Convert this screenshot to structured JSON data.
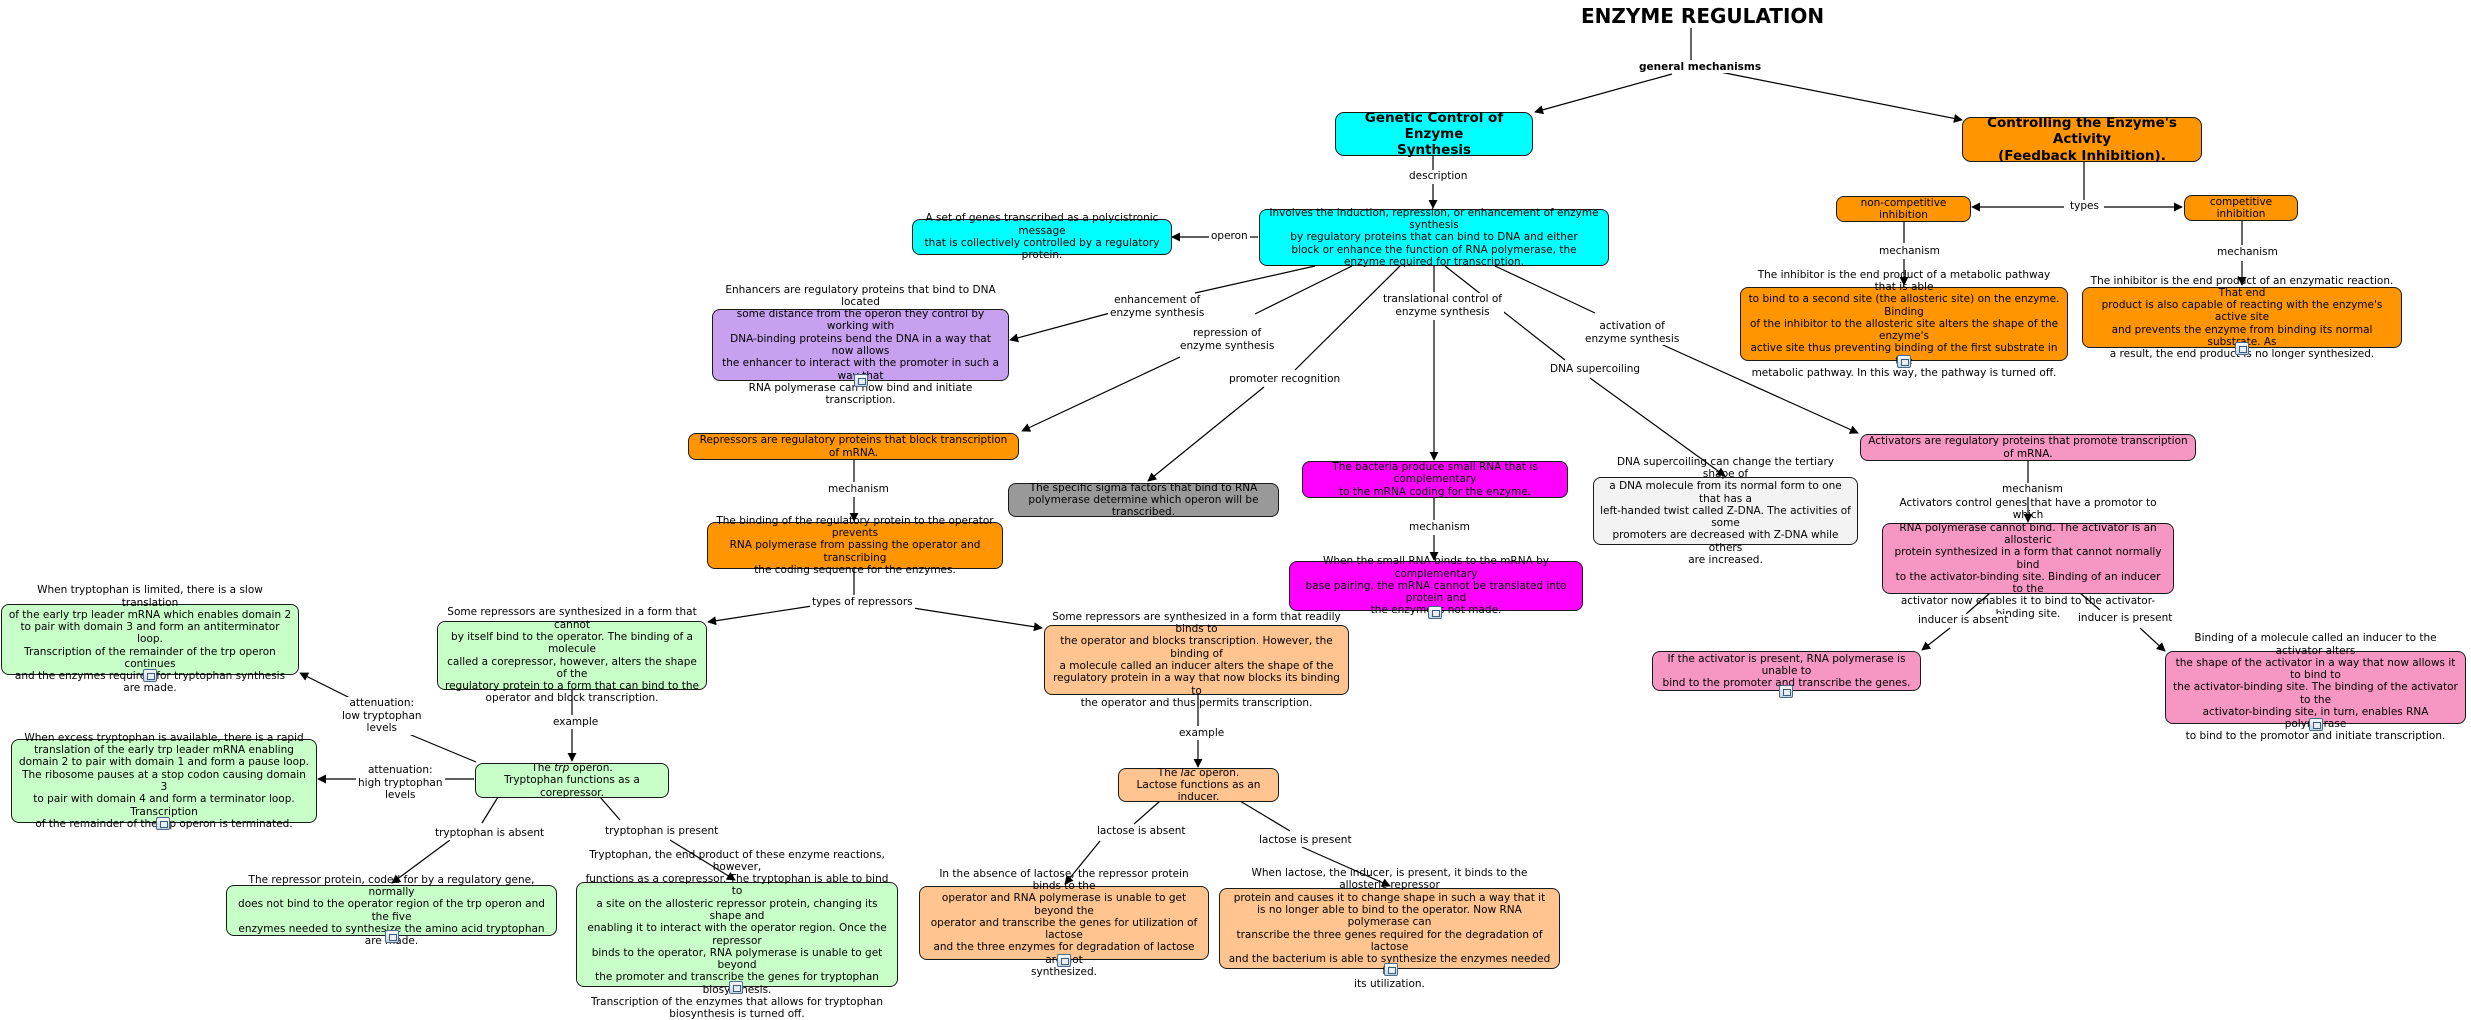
{
  "title": "ENZYME REGULATION",
  "subtitle": "general mechanisms",
  "nodes": {
    "genetic": "Genetic Control of Enzyme\nSynthesis",
    "controlling": "Controlling the Enzyme's Activity\n(Feedback Inhibition).",
    "involves": "Involves the induction, repression, or enhancement of enzyme synthesis\nby regulatory proteins that can bind to DNA and either\nblock or enhance the function of RNA polymerase, the\nenzyme required for transcription.",
    "operon": "A set of genes transcribed as a polycistronic message\nthat is collectively controlled by a regulatory protein.",
    "enhancers": "Enhancers are regulatory proteins that bind to DNA located\nsome distance from the operon they control by working with\nDNA-binding proteins bend the DNA in a way that now allows\nthe enhancer to interact with the promoter in such a way that\nRNA polymerase can now bind and initiate transcription.",
    "repressors": "Repressors are regulatory proteins that block transcription of mRNA.",
    "sigma": "The specific sigma factors that bind to RNA\npolymerase determine which operon will be transcribed.",
    "small_rna": "The bacteria produce small RNA that is complementary\nto the mRNA coding for the enzyme.",
    "small_rna_binds": "When the small RNA binds to the mRNA by complementary\nbase pairing, the mRNA cannot be translated into protein and\nthe enzyme is not made.",
    "supercoiling": "DNA supercoiling can change the tertiary shape of\na DNA molecule from its normal form to one that has a\nleft-handed twist called Z-DNA. The activities of some\npromoters are decreased with Z-DNA while others\nare increased.",
    "activators": "Activators are regulatory proteins that promote transcription of mRNA.",
    "activators_control": "Activators control genes that have a promotor to which\nRNA polymerase cannot bind. The activator is an allosteric\nprotein synthesized in a form that cannot normally bind\nto the activator-binding site. Binding of an inducer to the\nactivator now enables it to bind to the activator-binding site.",
    "activator_present": "If the activator is present, RNA polymerase is unable to\nbind to the promoter and transcribe the genes.",
    "binding_inducer": "Binding of a molecule called an inducer to the activator alters\nthe shape of the activator in a way that now allows it to bind to\nthe activator-binding site. The binding of the activator to the\nactivator-binding site, in turn, enables RNA polymerase\nto bind to the promotor and initiate transcription.",
    "noncomp": "non-competitive inhibition",
    "comp": "competitive inhibition",
    "noncomp_desc": "The inhibitor is the end product of a metabolic pathway that is able\nto bind to a second site (the allosteric site) on the enzyme. Binding\nof the inhibitor to the allosteric site alters the shape of the enzyme's\nactive site thus preventing binding of the first substrate in the\nmetabolic pathway. In this way, the pathway is turned off.",
    "comp_desc": "The inhibitor is the end product of an enzymatic reaction. That end\nproduct is also capable of reacting with the enzyme's active site\nand prevents the enzyme from binding its normal substrate. As\na result, the end product is no longer synthesized.",
    "binding_operator": "The binding of the regulatory protein to the operator prevents\nRNA polymerase from passing the operator and transcribing\nthe coding sequence for the enzymes.",
    "some_repressors_cannot": "Some repressors are synthesized in a form that cannot\nby itself bind to the operator. The binding of a molecule\ncalled a corepressor, however, alters the shape of the\nregulatory protein to a form that can bind to the\noperator and block transcription.",
    "some_repressors_readily": "Some repressors are synthesized in a form that readily binds to\nthe operator and blocks transcription. However, the binding of\na molecule called an inducer alters the shape of the\nregulatory protein in a way that now blocks its binding to\nthe operator and thus permits transcription.",
    "trp_limited": "When tryptophan is limited, there is a slow translation\nof the early trp leader mRNA which enables domain 2\nto pair with domain 3 and form an antiterminator loop.\nTranscription of the remainder of the trp operon continues\nand the enzymes required for tryptophan synthesis are made.",
    "trp_excess": "When excess tryptophan is available, there is a rapid\ntranslation of the early trp leader mRNA enabling\ndomain 2 to pair with domain 1 and form a pause loop.\nThe ribosome pauses at a stop codon causing domain 3\nto pair with domain 4 and form a terminator loop. Transcription\nof the remainder of the trp operon is terminated.",
    "trp_operon_pre": "The ",
    "trp_operon_italic": "trp",
    "trp_operon_post": " operon.\nTryptophan functions as a corepressor.",
    "lac_operon_pre": "The ",
    "lac_operon_italic": "lac",
    "lac_operon_post": " operon.\nLactose functions as an inducer.",
    "repressor_protein": "The repressor protein, coded for by a regulatory gene, normally\ndoes not bind to the operator region of the trp  operon and the five\nenzymes needed to synthesize the amino acid tryptophan are made.",
    "trp_corepressor": "Tryptophan, the end product of these enzyme reactions, however,\nfunctions as a corepressor. The tryptophan is able to bind to\na site on the allosteric repressor protein, changing its shape and\nenabling it to interact with the operator region. Once the repressor\nbinds to the operator, RNA polymerase is unable to get beyond\nthe promoter and transcribe the genes for tryptophan biosynthesis.\nTranscription of the enzymes that allows for tryptophan\nbiosynthesis is turned off.",
    "lactose_absent_desc": "In the absence of lactose, the repressor protein binds to the\noperator and RNA polymerase is unable to get beyond the\noperator and transcribe the genes for utilization of lactose\nand the three enzymes for degradation of lactose are not\nsynthesized.",
    "lactose_present_desc": "When lactose, the inducer, is present, it binds to the allosteric repressor\nprotein and causes it to change shape in such a way that it\nis no longer able to bind to the operator. Now RNA polymerase can\ntranscribe the three genes required for the degradation of lactose\nand the bacterium is able to synthesize the enzymes needed for\nits utilization."
  },
  "links": {
    "description": "description",
    "operon": "operon",
    "enhancement": "enhancement of\nenzyme synthesis",
    "repression": "repression of\nenzyme synthesis",
    "promoter": "promoter recognition",
    "translational": "translational control of\nenzyme synthesis",
    "supercoiling": "DNA supercoiling",
    "activation": "activation of\nenzyme synthesis",
    "types": "types",
    "mechanism_noncomp": "mechanism",
    "mechanism_comp": "mechanism",
    "mechanism_repressors": "mechanism",
    "mechanism_rna": "mechanism",
    "mechanism_activators": "mechanism",
    "types_of_repressors": "types of repressors",
    "example_trp": "example",
    "example_lac": "example",
    "attenuation_low": "attenuation:\nlow tryptophan\nlevels",
    "attenuation_high": "attenuation:\nhigh tryptophan\nlevels",
    "trp_absent": "tryptophan is absent",
    "trp_present": "tryptophan is present",
    "lactose_absent": "lactose is absent",
    "lactose_present": "lactose is present",
    "inducer_absent": "inducer is absent",
    "inducer_present": "inducer is present"
  },
  "colors": {
    "cyan": "#00ffff",
    "orange": "#ff9500",
    "purple": "#c8a0f0",
    "gray": "#999999",
    "magenta": "#ff00ff",
    "pink": "#f597c2",
    "peach": "#ffc48f",
    "green": "#c8ffc8"
  }
}
